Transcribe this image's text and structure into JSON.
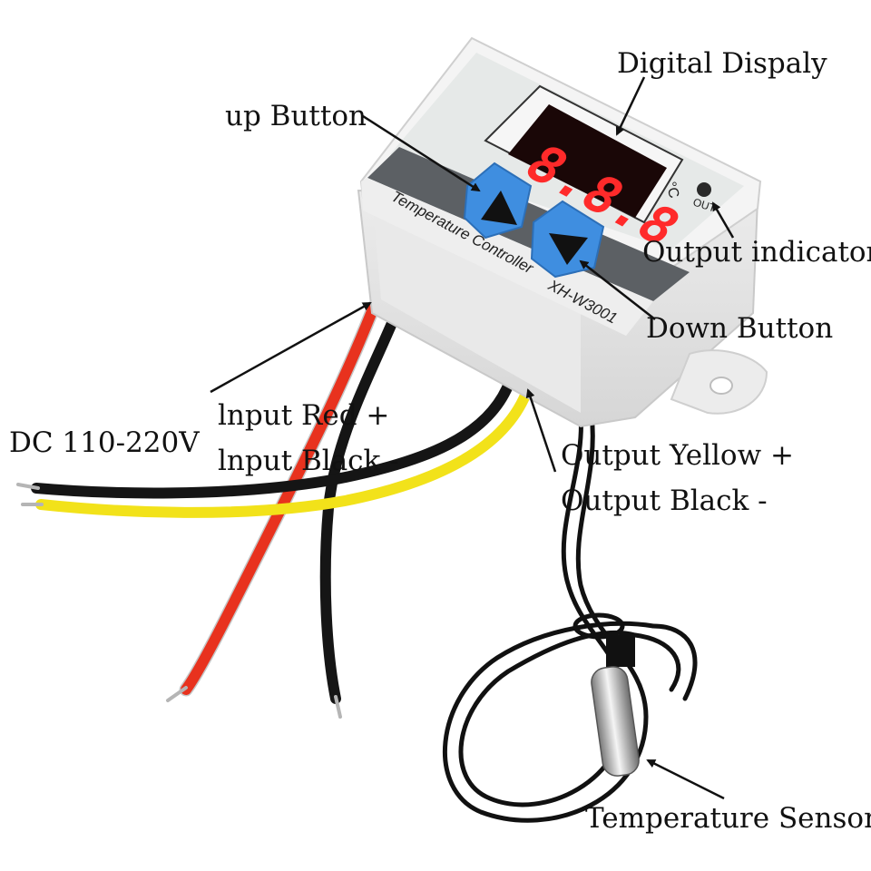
{
  "labels": {
    "digital_display": "Digital Dispaly",
    "up_button": "up Button",
    "output_indicator": "Output indicator",
    "down_button": "Down Button",
    "dc_voltage": "DC 110-220V",
    "input_red": "lnput Red +",
    "input_black": "lnput Black -",
    "output_yellow": "Output Yellow +",
    "output_black": "Output Black -",
    "temperature_sensor": "Temperature Sensor"
  },
  "device": {
    "name": "Temperature Controller",
    "model": "XH-W3001",
    "unit": "°C",
    "out_label": "OUT",
    "display_digits": "8.8.8"
  },
  "colors": {
    "wire_red": "#e8321e",
    "wire_black": "#1a1a1a",
    "wire_yellow": "#f2e21a",
    "button_blue": "#3f8ee0",
    "display_red": "#ff2a2a",
    "housing": "#f2f2f2"
  }
}
